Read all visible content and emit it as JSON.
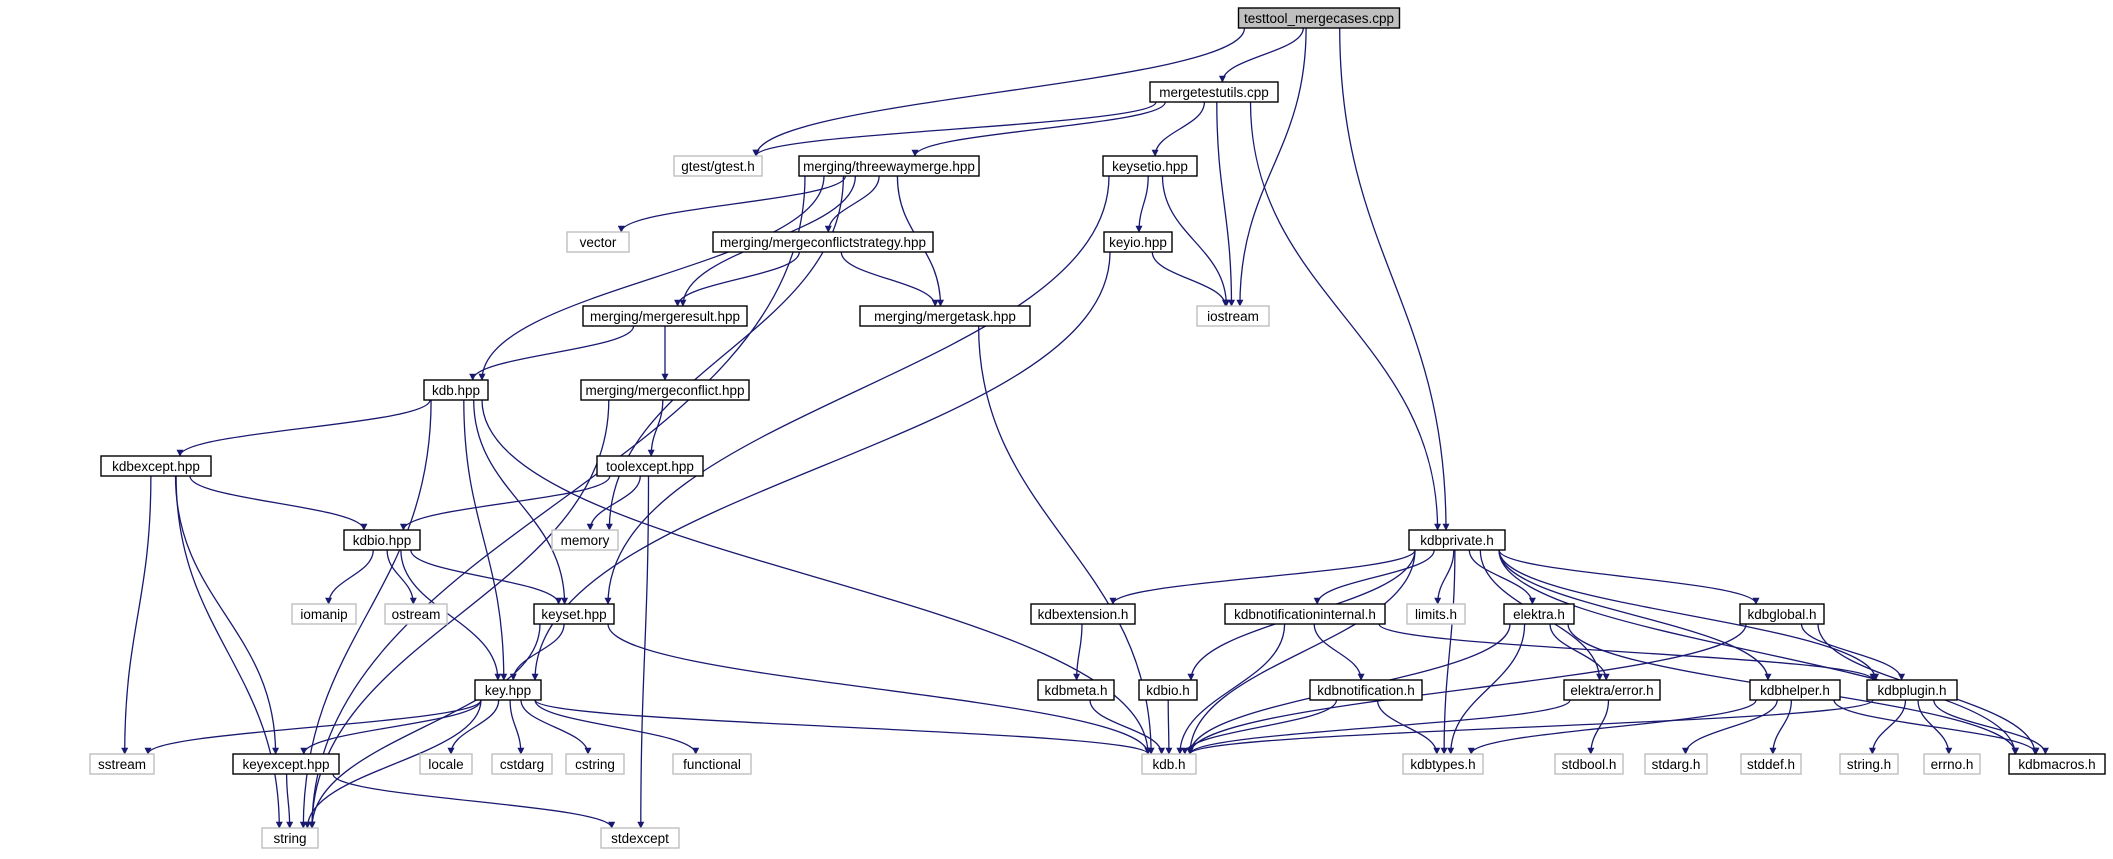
{
  "colors": {
    "edge": "#191970",
    "include_border": "#000000",
    "external_border": "#bfbfbf",
    "root_fill": "#bfbfbf",
    "node_fill": "#ffffff"
  },
  "nodes": [
    {
      "id": "root",
      "label": "testtool_mergecases.cpp",
      "kind": "root"
    },
    {
      "id": "mergetestutils",
      "label": "mergetestutils.cpp",
      "kind": "include"
    },
    {
      "id": "gtest",
      "label": "gtest/gtest.h",
      "kind": "external"
    },
    {
      "id": "threeway",
      "label": "merging/threewaymerge.hpp",
      "kind": "include"
    },
    {
      "id": "keysetio",
      "label": "keysetio.hpp",
      "kind": "include"
    },
    {
      "id": "vector",
      "label": "vector",
      "kind": "external"
    },
    {
      "id": "strategy",
      "label": "merging/mergeconflictstrategy.hpp",
      "kind": "include"
    },
    {
      "id": "keyio",
      "label": "keyio.hpp",
      "kind": "include"
    },
    {
      "id": "mergeresult",
      "label": "merging/mergeresult.hpp",
      "kind": "include"
    },
    {
      "id": "mergetask",
      "label": "merging/mergetask.hpp",
      "kind": "include"
    },
    {
      "id": "iostream",
      "label": "iostream",
      "kind": "external"
    },
    {
      "id": "kdbhpp",
      "label": "kdb.hpp",
      "kind": "include"
    },
    {
      "id": "mergeconflict",
      "label": "merging/mergeconflict.hpp",
      "kind": "include"
    },
    {
      "id": "kdbexcept",
      "label": "kdbexcept.hpp",
      "kind": "include"
    },
    {
      "id": "toolexcept",
      "label": "toolexcept.hpp",
      "kind": "include"
    },
    {
      "id": "kdbio_hpp",
      "label": "kdbio.hpp",
      "kind": "include"
    },
    {
      "id": "memory",
      "label": "memory",
      "kind": "external"
    },
    {
      "id": "kdbprivate",
      "label": "kdbprivate.h",
      "kind": "include"
    },
    {
      "id": "iomanip",
      "label": "iomanip",
      "kind": "external"
    },
    {
      "id": "ostream",
      "label": "ostream",
      "kind": "external"
    },
    {
      "id": "keyset",
      "label": "keyset.hpp",
      "kind": "include"
    },
    {
      "id": "kdbextension",
      "label": "kdbextension.h",
      "kind": "include"
    },
    {
      "id": "kdbnotifint",
      "label": "kdbnotificationinternal.h",
      "kind": "include"
    },
    {
      "id": "limits",
      "label": "limits.h",
      "kind": "external"
    },
    {
      "id": "elektra",
      "label": "elektra.h",
      "kind": "include"
    },
    {
      "id": "kdbglobal",
      "label": "kdbglobal.h",
      "kind": "include"
    },
    {
      "id": "keyhpp",
      "label": "key.hpp",
      "kind": "include"
    },
    {
      "id": "kdbmeta",
      "label": "kdbmeta.h",
      "kind": "include"
    },
    {
      "id": "kdbio_h",
      "label": "kdbio.h",
      "kind": "include"
    },
    {
      "id": "kdbnotif",
      "label": "kdbnotification.h",
      "kind": "include"
    },
    {
      "id": "elektraerror",
      "label": "elektra/error.h",
      "kind": "include"
    },
    {
      "id": "kdbhelper",
      "label": "kdbhelper.h",
      "kind": "include"
    },
    {
      "id": "kdbplugin",
      "label": "kdbplugin.h",
      "kind": "include"
    },
    {
      "id": "sstream",
      "label": "sstream",
      "kind": "external"
    },
    {
      "id": "keyexcept",
      "label": "keyexcept.hpp",
      "kind": "include"
    },
    {
      "id": "locale",
      "label": "locale",
      "kind": "external"
    },
    {
      "id": "cstdarg",
      "label": "cstdarg",
      "kind": "external"
    },
    {
      "id": "cstring",
      "label": "cstring",
      "kind": "external"
    },
    {
      "id": "functional",
      "label": "functional",
      "kind": "external"
    },
    {
      "id": "kdbh",
      "label": "kdb.h",
      "kind": "external"
    },
    {
      "id": "kdbtypes",
      "label": "kdbtypes.h",
      "kind": "external"
    },
    {
      "id": "stdbool",
      "label": "stdbool.h",
      "kind": "external"
    },
    {
      "id": "stdarg",
      "label": "stdarg.h",
      "kind": "external"
    },
    {
      "id": "stddef",
      "label": "stddef.h",
      "kind": "external"
    },
    {
      "id": "stringh",
      "label": "string.h",
      "kind": "external"
    },
    {
      "id": "errno",
      "label": "errno.h",
      "kind": "external"
    },
    {
      "id": "kdbmacros",
      "label": "kdbmacros.h",
      "kind": "include"
    },
    {
      "id": "string",
      "label": "string",
      "kind": "external"
    },
    {
      "id": "stdexcept",
      "label": "stdexcept",
      "kind": "external"
    }
  ],
  "edges": [
    [
      "root",
      "mergetestutils"
    ],
    [
      "root",
      "gtest"
    ],
    [
      "root",
      "iostream"
    ],
    [
      "root",
      "kdbprivate"
    ],
    [
      "mergetestutils",
      "gtest"
    ],
    [
      "mergetestutils",
      "threeway"
    ],
    [
      "mergetestutils",
      "keysetio"
    ],
    [
      "mergetestutils",
      "iostream"
    ],
    [
      "mergetestutils",
      "kdbprivate"
    ],
    [
      "threeway",
      "kdbhpp"
    ],
    [
      "threeway",
      "memory"
    ],
    [
      "threeway",
      "vector"
    ],
    [
      "threeway",
      "strategy"
    ],
    [
      "threeway",
      "mergeresult"
    ],
    [
      "threeway",
      "mergetask"
    ],
    [
      "threeway",
      "string"
    ],
    [
      "strategy",
      "mergeresult"
    ],
    [
      "strategy",
      "mergetask"
    ],
    [
      "keysetio",
      "keyio"
    ],
    [
      "keysetio",
      "iostream"
    ],
    [
      "keysetio",
      "keyset"
    ],
    [
      "keyio",
      "iostream"
    ],
    [
      "keyio",
      "keyhpp"
    ],
    [
      "mergeresult",
      "kdbhpp"
    ],
    [
      "mergeresult",
      "mergeconflict"
    ],
    [
      "mergetask",
      "kdbh"
    ],
    [
      "mergeconflict",
      "toolexcept"
    ],
    [
      "mergeconflict",
      "string"
    ],
    [
      "toolexcept",
      "kdbio_hpp"
    ],
    [
      "toolexcept",
      "memory"
    ],
    [
      "toolexcept",
      "stdexcept"
    ],
    [
      "kdbhpp",
      "kdbexcept"
    ],
    [
      "kdbhpp",
      "string"
    ],
    [
      "kdbhpp",
      "keyhpp"
    ],
    [
      "kdbhpp",
      "keyset"
    ],
    [
      "kdbhpp",
      "kdbh"
    ],
    [
      "kdbexcept",
      "kdbio_hpp"
    ],
    [
      "kdbexcept",
      "sstream"
    ],
    [
      "kdbexcept",
      "string"
    ],
    [
      "kdbexcept",
      "keyexcept"
    ],
    [
      "kdbio_hpp",
      "iomanip"
    ],
    [
      "kdbio_hpp",
      "ostream"
    ],
    [
      "kdbio_hpp",
      "keyset"
    ],
    [
      "kdbio_hpp",
      "keyhpp"
    ],
    [
      "keyset",
      "keyhpp"
    ],
    [
      "keyset",
      "string"
    ],
    [
      "keyset",
      "kdbh"
    ],
    [
      "keyhpp",
      "sstream"
    ],
    [
      "keyhpp",
      "keyexcept"
    ],
    [
      "keyhpp",
      "string"
    ],
    [
      "keyhpp",
      "locale"
    ],
    [
      "keyhpp",
      "cstdarg"
    ],
    [
      "keyhpp",
      "cstring"
    ],
    [
      "keyhpp",
      "functional"
    ],
    [
      "keyhpp",
      "kdbh"
    ],
    [
      "keyexcept",
      "string"
    ],
    [
      "keyexcept",
      "stdexcept"
    ],
    [
      "kdbprivate",
      "kdbh"
    ],
    [
      "kdbprivate",
      "kdbextension"
    ],
    [
      "kdbprivate",
      "kdbio_h"
    ],
    [
      "kdbprivate",
      "kdbnotifint"
    ],
    [
      "kdbprivate",
      "limits"
    ],
    [
      "kdbprivate",
      "kdbtypes"
    ],
    [
      "kdbprivate",
      "elektra"
    ],
    [
      "kdbprivate",
      "elektraerror"
    ],
    [
      "kdbprivate",
      "kdbhelper"
    ],
    [
      "kdbprivate",
      "kdbglobal"
    ],
    [
      "kdbprivate",
      "kdbplugin"
    ],
    [
      "kdbprivate",
      "kdbmacros"
    ],
    [
      "kdbextension",
      "kdbmeta"
    ],
    [
      "kdbmeta",
      "kdbh"
    ],
    [
      "kdbio_h",
      "kdbh"
    ],
    [
      "kdbnotifint",
      "kdbnotif"
    ],
    [
      "kdbnotifint",
      "kdbh"
    ],
    [
      "kdbnotifint",
      "kdbplugin"
    ],
    [
      "kdbnotif",
      "kdbh"
    ],
    [
      "kdbnotif",
      "kdbtypes"
    ],
    [
      "elektra",
      "elektraerror"
    ],
    [
      "elektra",
      "kdbh"
    ],
    [
      "elektra",
      "kdbtypes"
    ],
    [
      "elektra",
      "kdbmacros"
    ],
    [
      "elektraerror",
      "stdbool"
    ],
    [
      "elektraerror",
      "kdbh"
    ],
    [
      "kdbglobal",
      "kdbplugin"
    ],
    [
      "kdbglobal",
      "kdbmacros"
    ],
    [
      "kdbglobal",
      "kdbh"
    ],
    [
      "kdbhelper",
      "kdbtypes"
    ],
    [
      "kdbhelper",
      "stdarg"
    ],
    [
      "kdbhelper",
      "stddef"
    ],
    [
      "kdbhelper",
      "kdbmacros"
    ],
    [
      "kdbplugin",
      "kdbh"
    ],
    [
      "kdbplugin",
      "stringh"
    ],
    [
      "kdbplugin",
      "errno"
    ],
    [
      "kdbplugin",
      "kdbmacros"
    ]
  ]
}
